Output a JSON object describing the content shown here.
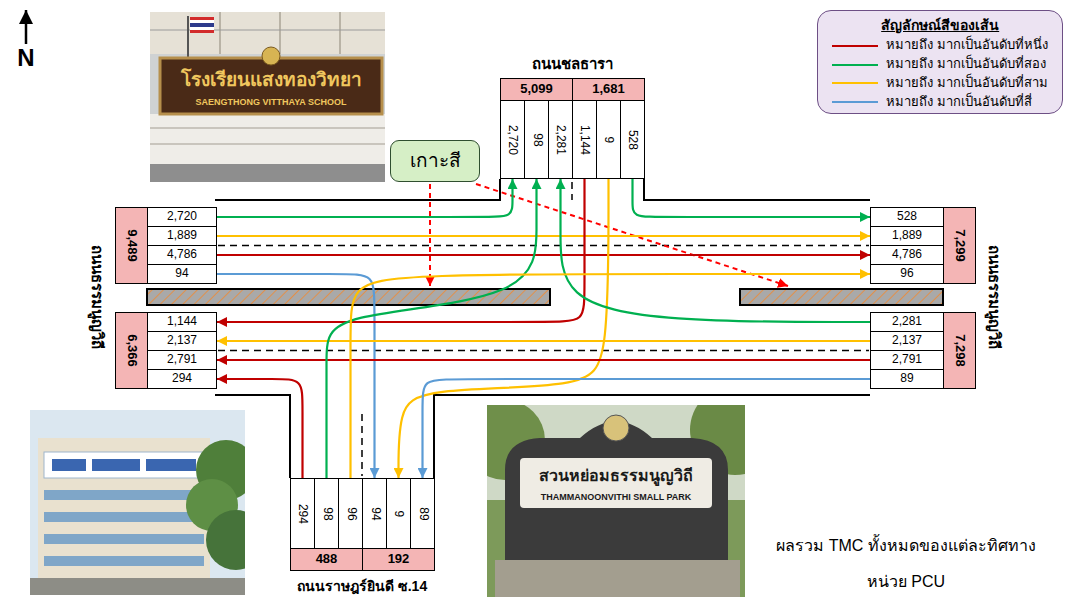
{
  "diagram": {
    "nodes": [
      {
        "text": [
          "สัญลักษณ์สีของเส้น"
        ]
      },
      {
        "text": [
          "5,099"
        ]
      },
      {
        "text": [
          "1,681"
        ]
      },
      {
        "text": [
          "2,720"
        ]
      },
      {
        "text": [
          "98"
        ]
      },
      {
        "text": [
          "2,281"
        ]
      },
      {
        "text": [
          "1,144"
        ]
      },
      {
        "text": [
          "9"
        ]
      },
      {
        "text": [
          "528"
        ]
      },
      {
        "text": [
          "เกาะสี"
        ]
      },
      {
        "text": [
          "9,489"
        ]
      },
      {
        "text": [
          "2,720"
        ]
      },
      {
        "text": [
          "1,889"
        ]
      },
      {
        "text": [
          "4,786"
        ]
      },
      {
        "text": [
          "94"
        ]
      },
      {
        "text": [
          "528"
        ]
      },
      {
        "text": [
          "1,889"
        ]
      },
      {
        "text": [
          "4,786"
        ]
      },
      {
        "text": [
          "96"
        ]
      },
      {
        "text": [
          "7,299"
        ]
      },
      {
        "text": [
          "6,366"
        ]
      },
      {
        "text": [
          "1,144"
        ]
      },
      {
        "text": [
          "2,137"
        ]
      },
      {
        "text": [
          "2,791"
        ]
      },
      {
        "text": [
          "294"
        ]
      },
      {
        "text": [
          "2,281"
        ]
      },
      {
        "text": [
          "2,137"
        ]
      },
      {
        "text": [
          "2,791"
        ]
      },
      {
        "text": [
          "89"
        ]
      },
      {
        "text": [
          "7,298"
        ]
      },
      {
        "text": [
          "294"
        ]
      },
      {
        "text": [
          "98"
        ]
      },
      {
        "text": [
          "96"
        ]
      },
      {
        "text": [
          "94"
        ]
      },
      {
        "text": [
          "9"
        ]
      },
      {
        "text": [
          "89"
        ]
      },
      {
        "text": [
          "488"
        ]
      },
      {
        "text": [
          "192"
        ]
      }
    ],
    "edges": [
      {
        "from": 11,
        "to": 3,
        "arrow": "to"
      },
      {
        "from": 12,
        "to": 16,
        "arrow": "to"
      },
      {
        "from": 13,
        "to": 17,
        "arrow": "to"
      },
      {
        "from": 14,
        "to": 33,
        "arrow": "to"
      },
      {
        "from": 6,
        "to": 21,
        "arrow": "to"
      },
      {
        "from": 7,
        "to": 34,
        "arrow": "to"
      },
      {
        "from": 8,
        "to": 15,
        "arrow": "to"
      },
      {
        "from": 25,
        "to": 5,
        "arrow": "to"
      },
      {
        "from": 26,
        "to": 22,
        "arrow": "to"
      },
      {
        "from": 27,
        "to": 23,
        "arrow": "to"
      },
      {
        "from": 28,
        "to": 35,
        "arrow": "to"
      },
      {
        "from": 30,
        "to": 24,
        "arrow": "to"
      },
      {
        "from": 31,
        "to": 4,
        "arrow": "to"
      },
      {
        "from": 32,
        "to": 18,
        "arrow": "to"
      }
    ],
    "labels": [
      "N",
      "โรงเรียนแสงทองวิทยา",
      "SAENGTHONG VITTHAYA SCHOOL",
      "ถนนชลธารา",
      "ถนนธรรมนูญวิถี",
      "ถนนธรรมนูญวิถี",
      "สวนหย่อมธรรมนูญวิถี",
      "THAMMANOONVITHI SMALL PARK",
      "ผลรวม TMC ทั้งหมดของแต่ละทิศทาง",
      "ถนนราษฎร์ยินดี ซ.14",
      "หน่วย PCU"
    ],
    "legend": [
      {
        "text": "หมายถึง มากเป็นอันดับที่หนึ่ง"
      },
      {
        "text": "หมายถึง มากเป็นอันดับที่สอง"
      },
      {
        "text": "หมายถึง มากเป็นอันดับที่สาม"
      },
      {
        "text": "หมายถึง มากเป็นอันดับที่สี่"
      }
    ]
  }
}
